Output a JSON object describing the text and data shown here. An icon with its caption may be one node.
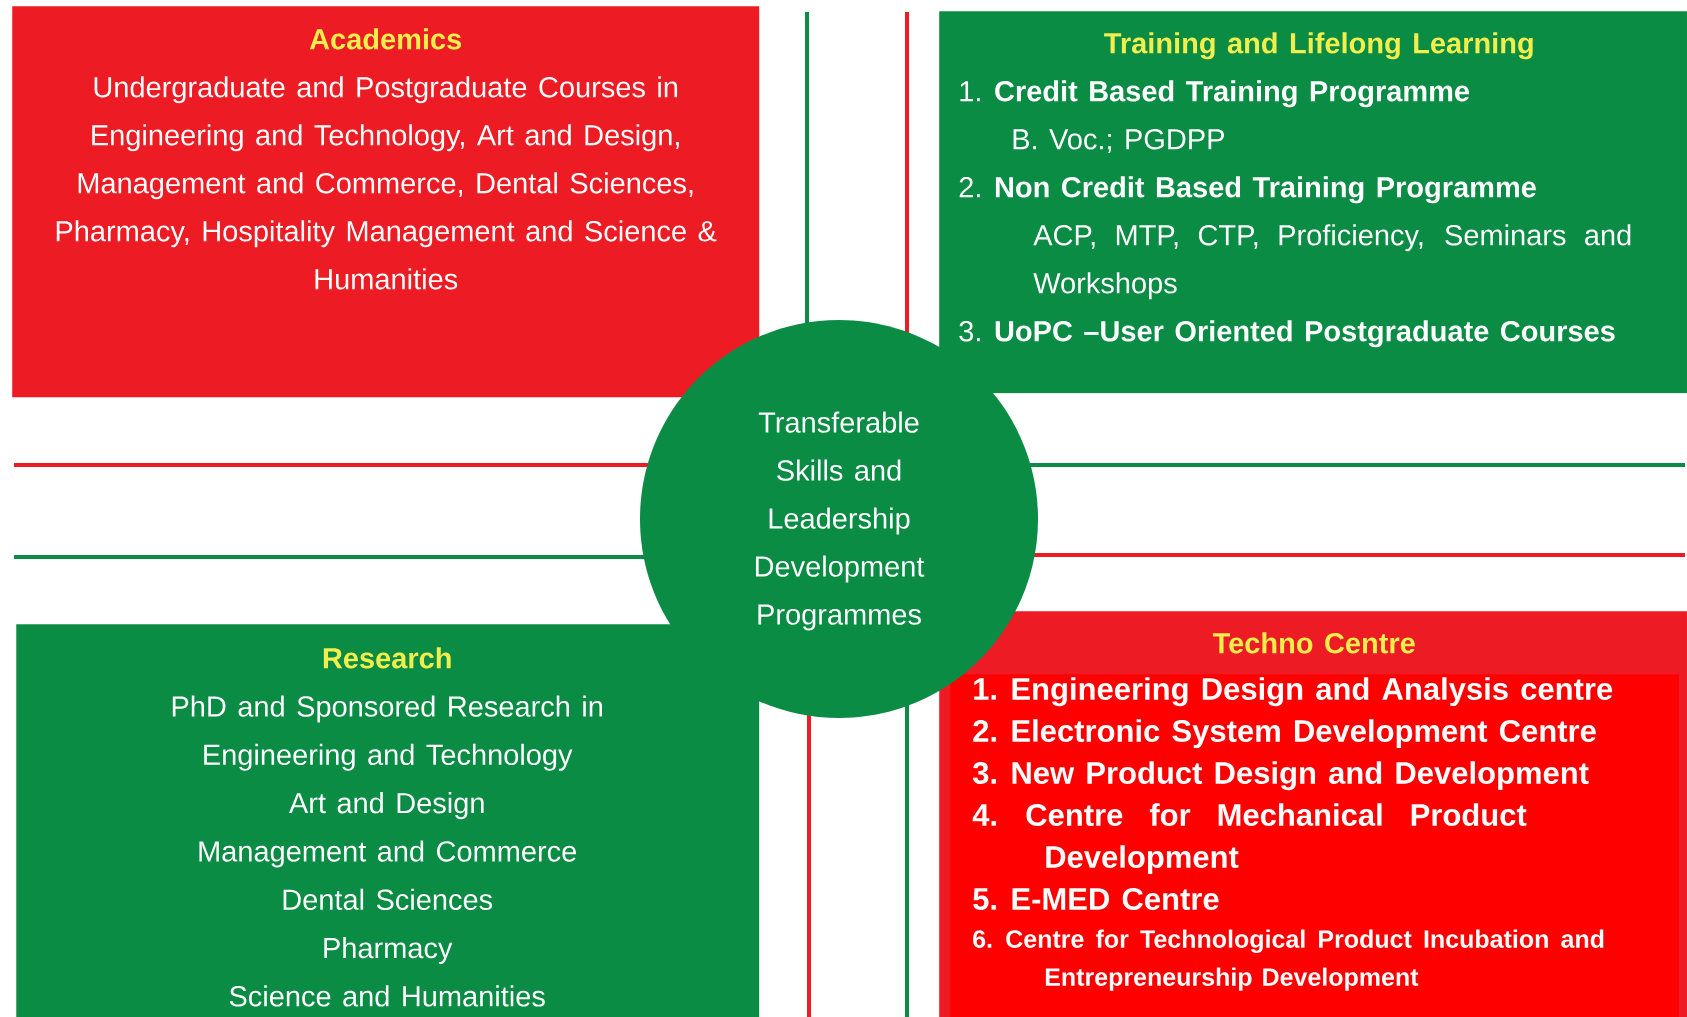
{
  "diagram": {
    "nodes": [
      {
        "text": [
          "Academics",
          "Undergraduate and Postgraduate Courses in Engineering and Technology, Art and Design, Management and Commerce, Dental Sciences, Pharmacy, Hospitality Management and Science & Humanities"
        ]
      },
      {
        "text": [
          "Training and Lifelong Learning",
          "1. **Credit Based Training Programme**",
          "B. Voc.; PGDPP",
          "2. **Non Credit Based Training Programme**",
          "ACP, MTP, CTP, Proficiency, Seminars and Workshops",
          "3. **UoPC –User Oriented Postgraduate Courses**"
        ]
      },
      {
        "text": [
          "Transferable Skills and Leadership Development Programmes"
        ]
      },
      {
        "text": [
          "Research",
          "PhD and Sponsored Research in Engineering and Technology",
          "Art and Design",
          "Management and Commerce",
          "Dental Sciences",
          "Pharmacy",
          "Science and Humanities"
        ]
      },
      {
        "text": [
          "Techno Centre"
        ]
      },
      {
        "text": [
          "1. Engineering Design and Analysis centre",
          "2. Electronic System Development Centre",
          "3. New Product Design and Development",
          "4. Centre for Mechanical Product Development",
          "5. E-MED Centre",
          "6. Centre for Technological Product Incubation and Entrepreneurship Development"
        ],
        "in": 4
      }
    ]
  }
}
